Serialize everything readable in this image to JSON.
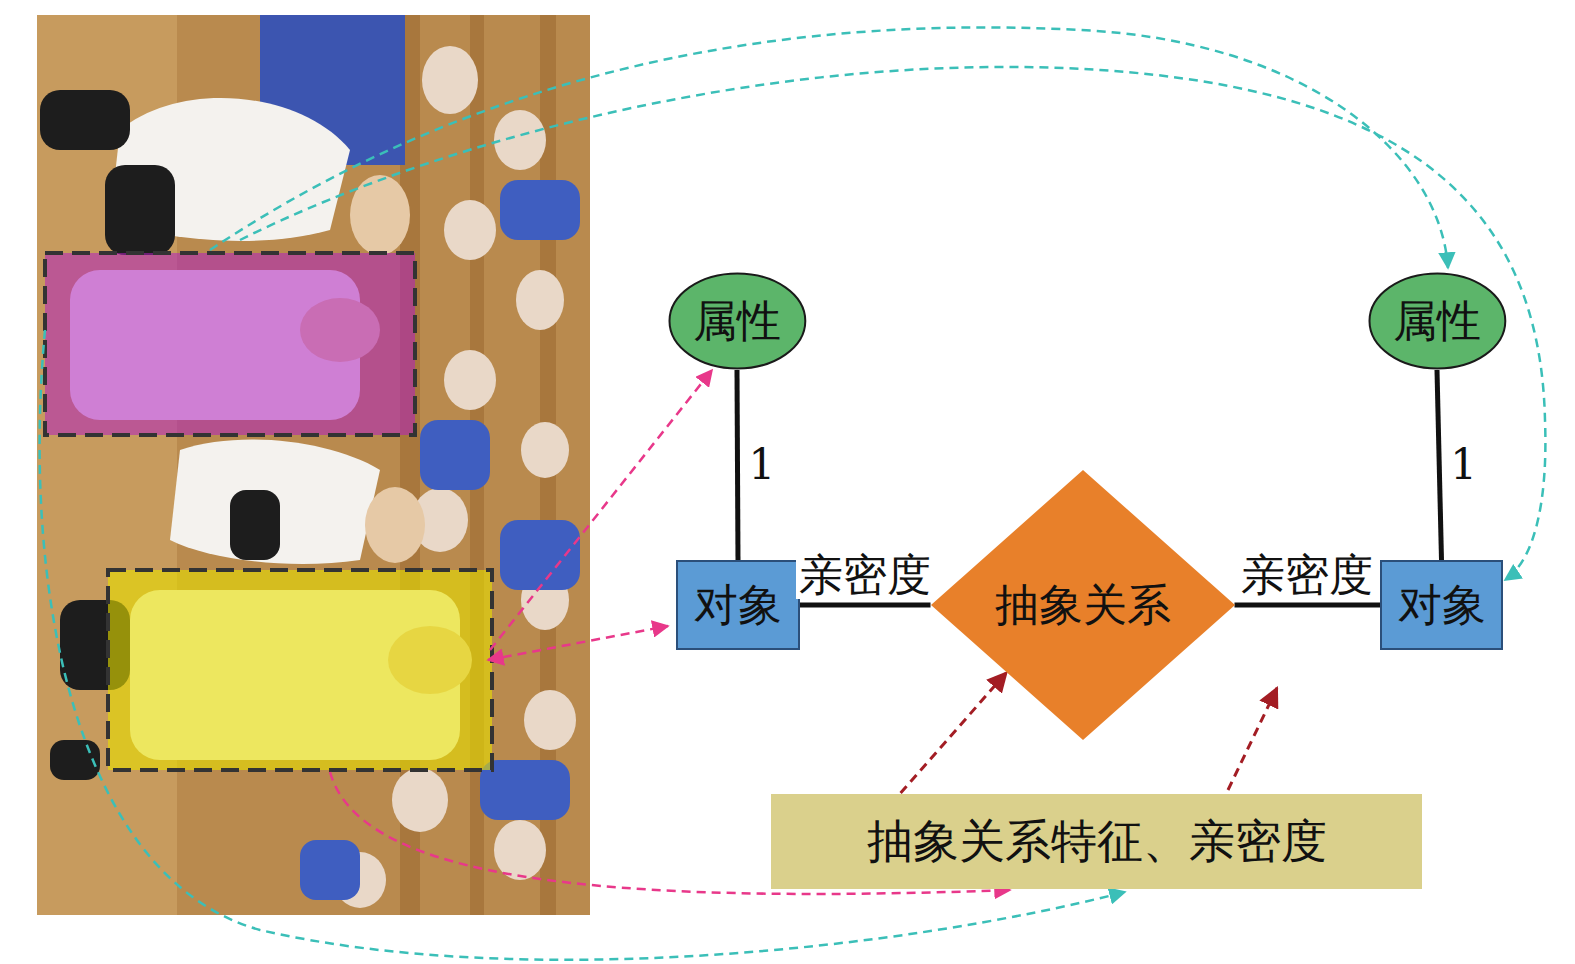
{
  "diagram": {
    "nodes": [
      {
        "text": [
          "属性"
        ]
      },
      {
        "text": [
          "属性"
        ]
      },
      {
        "text": [
          "对象"
        ]
      },
      {
        "text": [
          "抽象关系"
        ]
      },
      {
        "text": [
          "对象"
        ]
      },
      {
        "text": [
          "抽象关系特征、亲密度"
        ]
      }
    ],
    "edges": [
      {
        "from": 0,
        "to": 2,
        "arrow": "none",
        "label": "1"
      },
      {
        "from": 1,
        "to": 4,
        "arrow": "none",
        "label": "1"
      },
      {
        "from": 2,
        "to": 3,
        "arrow": "none",
        "label": "亲密度"
      },
      {
        "from": 3,
        "to": 4,
        "arrow": "none",
        "label": "亲密度"
      },
      {
        "from": 5,
        "to": 3,
        "arrow": "to"
      }
    ]
  }
}
